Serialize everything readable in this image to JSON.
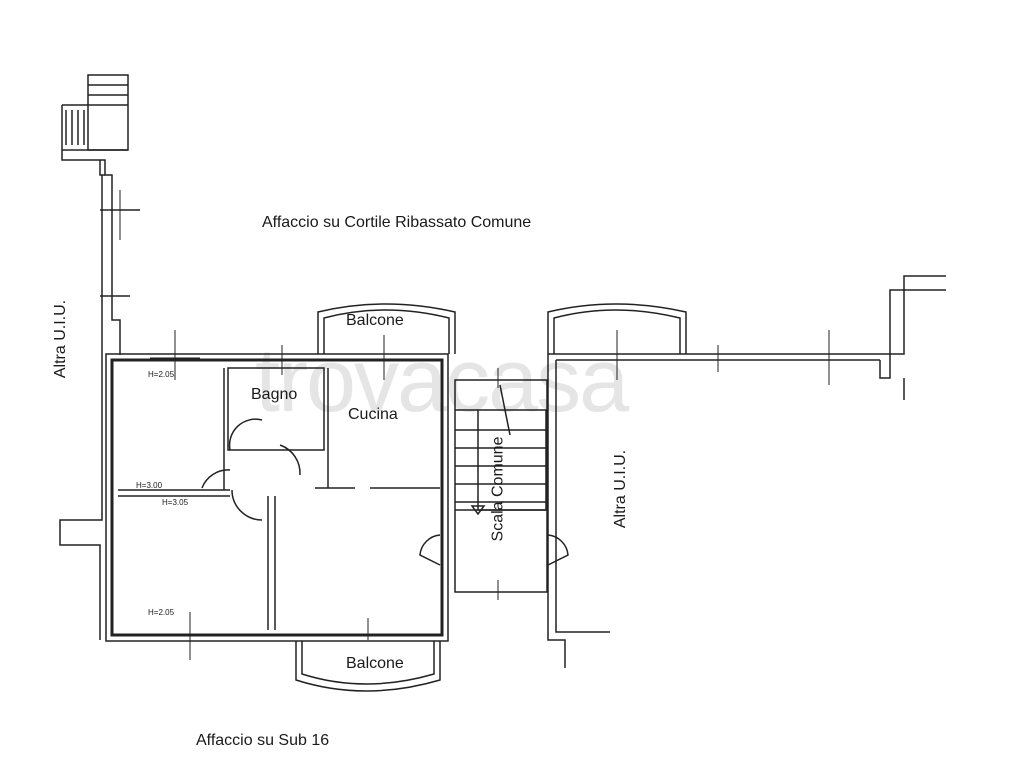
{
  "headings": {
    "top": "Affaccio su Cortile Ribassato Comune",
    "bottom": "Affaccio su Sub 16"
  },
  "rooms": {
    "balcone_top": "Balcone",
    "balcone_bottom": "Balcone",
    "bagno": "Bagno",
    "cucina": "Cucina",
    "scala": "Scala Comune"
  },
  "neighbors": {
    "left": "Altra U.I.U.",
    "right": "Altra U.I.U."
  },
  "heights": {
    "h1": "H=2.05",
    "h2": "H=3.00",
    "h3": "H=3.05",
    "h4": "H=2.05"
  },
  "watermark": "trovacasa"
}
